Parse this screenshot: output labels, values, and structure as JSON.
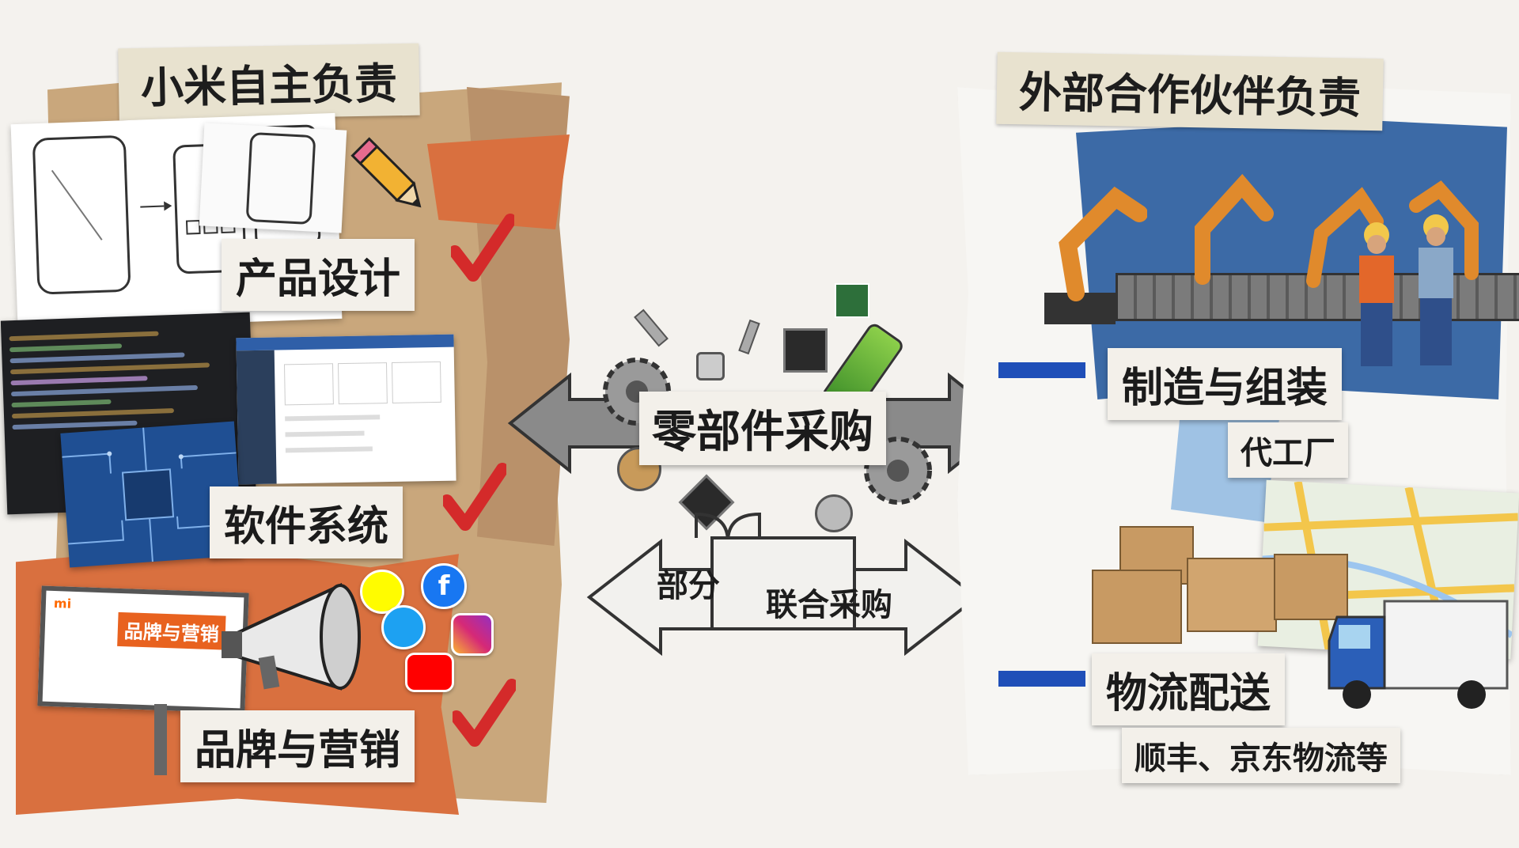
{
  "left": {
    "header": "小米自主负责",
    "items": [
      {
        "label": "产品设计"
      },
      {
        "label": "软件系统"
      },
      {
        "label": "品牌与营销"
      }
    ],
    "billboard_text": "品牌与营销",
    "billboard_logo": "mi"
  },
  "center": {
    "main_label": "零部件采购",
    "sub_left": "部分",
    "sub_right": "联合采购"
  },
  "right": {
    "header": "外部合作伙伴负责",
    "items": [
      {
        "label": "制造与组装",
        "sub": "代工厂"
      },
      {
        "label": "物流配送",
        "sub": "顺丰、京东物流等"
      }
    ]
  },
  "colors": {
    "kraft": "#c9a77c",
    "orange": "#d9703f",
    "blue": "#2f5f9e",
    "check_red": "#d42a2a",
    "tape": "#e8e2cf"
  },
  "icons": [
    "pencil-icon",
    "check-icon",
    "megaphone-icon",
    "snapchat-icon",
    "facebook-icon",
    "twitter-icon",
    "instagram-icon",
    "youtube-icon",
    "gear-icon",
    "robot-arm-icon",
    "worker-icon",
    "box-icon",
    "truck-icon",
    "map-icon"
  ]
}
